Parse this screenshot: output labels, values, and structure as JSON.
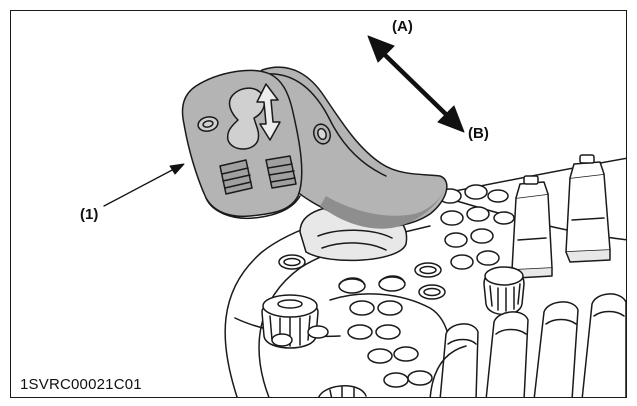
{
  "figure": {
    "figure_code": "1SVRC00021C01",
    "callouts": {
      "direction_a": "(A)",
      "direction_b": "(B)",
      "part_1": "(1)"
    }
  },
  "colors": {
    "line": "#1a1a1a",
    "handle_fill": "#b4b4b4",
    "handle_shade": "#8e8e8e",
    "console_fill": "#ffffff",
    "background": "#ffffff"
  }
}
